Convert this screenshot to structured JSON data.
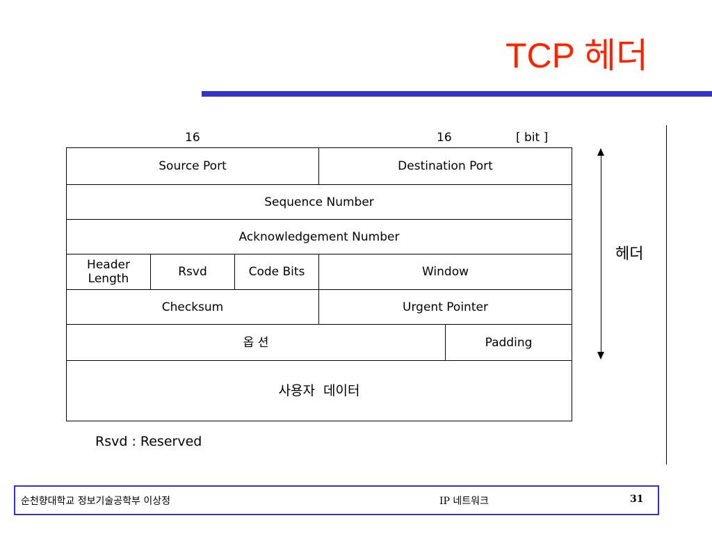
{
  "title": "TCP 헤더",
  "bit_labels": {
    "left": "16",
    "right": "16",
    "unit": "[ bit ]"
  },
  "fields": {
    "source_port": "Source Port",
    "destination_port": "Destination Port",
    "sequence_number": "Sequence Number",
    "ack_number": "Acknowledgement Number",
    "header_length": "Header\nLength",
    "rsvd": "Rsvd",
    "code_bits": "Code Bits",
    "window": "Window",
    "checksum": "Checksum",
    "urgent_pointer": "Urgent Pointer",
    "options": "옵 션",
    "padding": "Padding",
    "user_data": "사용자  데이터"
  },
  "note": "Rsvd : Reserved",
  "side_label": "헤더",
  "footer": {
    "left": "순천향대학교 정보기술공학부  이상정",
    "center": "IP 네트워크",
    "page": "31"
  }
}
